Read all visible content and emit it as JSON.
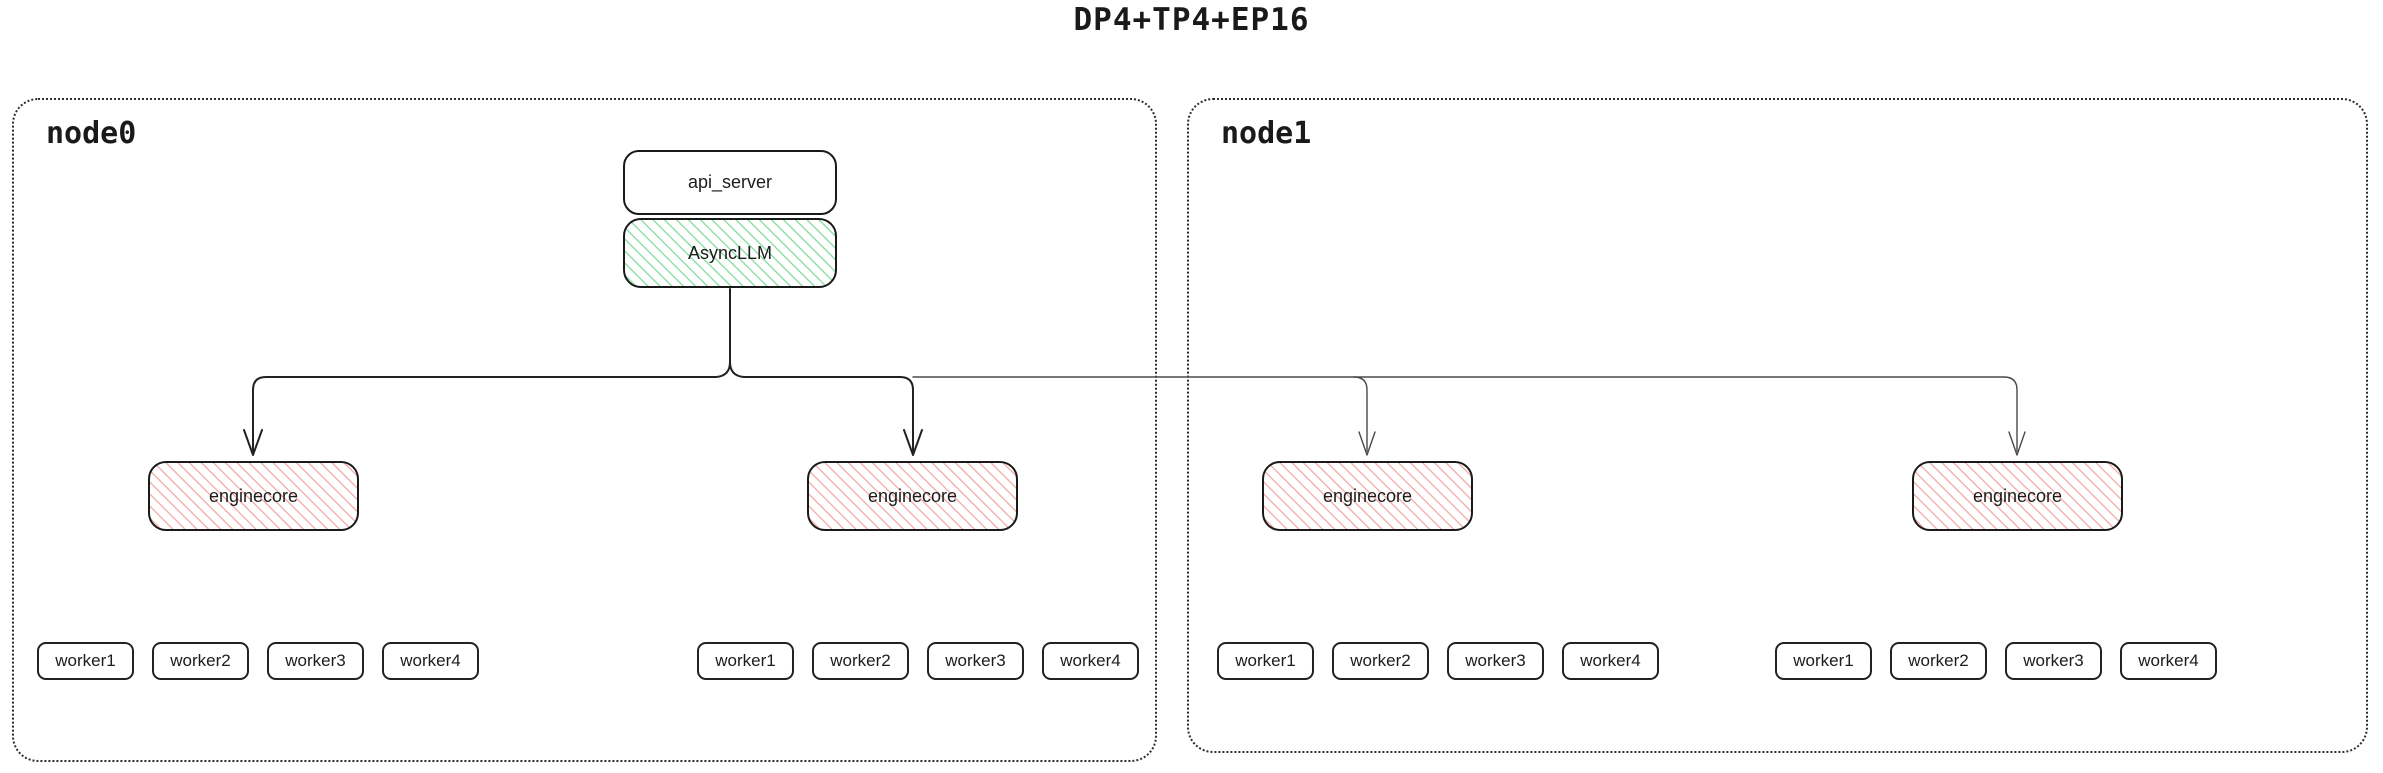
{
  "title": "DP4+TP4+EP16",
  "colors": {
    "green_hatch": "#8fe0a6",
    "red_hatch": "#f2b3ae",
    "line_dark": "#222222",
    "line_light": "#4a4a4a"
  },
  "nodes": [
    {
      "label": "node0"
    },
    {
      "label": "node1"
    }
  ],
  "api_server": {
    "label": "api_server"
  },
  "async_llm": {
    "label": "AsyncLLM"
  },
  "enginecores": [
    {
      "label": "enginecore"
    },
    {
      "label": "enginecore"
    },
    {
      "label": "enginecore"
    },
    {
      "label": "enginecore"
    }
  ],
  "workers": [
    [
      "worker1",
      "worker2",
      "worker3",
      "worker4"
    ],
    [
      "worker1",
      "worker2",
      "worker3",
      "worker4"
    ],
    [
      "worker1",
      "worker2",
      "worker3",
      "worker4"
    ],
    [
      "worker1",
      "worker2",
      "worker3",
      "worker4"
    ]
  ]
}
